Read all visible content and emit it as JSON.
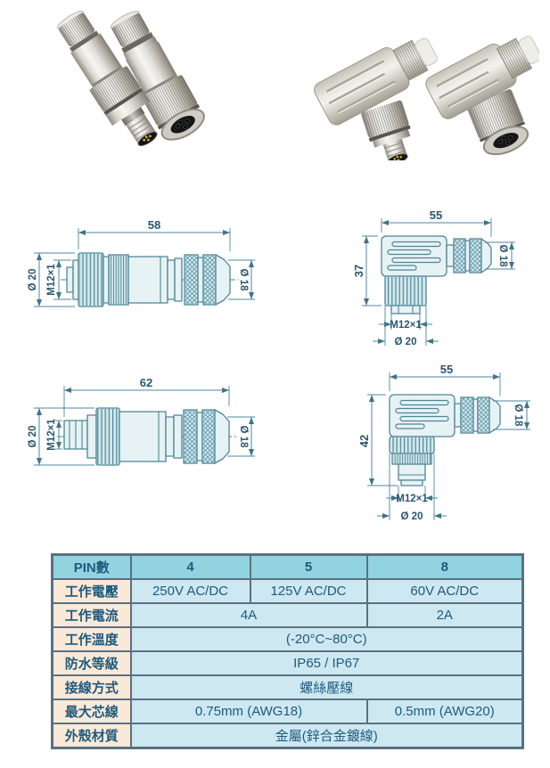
{
  "page": {
    "background": "#ffffff"
  },
  "colors": {
    "table_border": "#5b7082",
    "table_header_bg": "#92d3e0",
    "table_label_bg": "#fbe9d8",
    "table_cell_bg": "#cde8f1",
    "table_text": "#1e5a7d",
    "drawing_line": "#4e8596",
    "drawing_fill": "#e7f2f4",
    "dimension_text": "#2a5670"
  },
  "photos": [
    {
      "description": "Two straight M12 metal circular connectors, male and female"
    },
    {
      "description": "Two right-angle M12 metal circular connectors, male and female"
    }
  ],
  "drawings": [
    {
      "id": "straight-female",
      "length": "58",
      "outer_diameter": "Ø 20",
      "thread": "M12×1",
      "rear_diameter": "Ø 18"
    },
    {
      "id": "right-angle-female",
      "length": "55",
      "height": "37",
      "rear_diameter": "Ø 18",
      "thread": "M12×1",
      "outer_diameter": "Ø 20"
    },
    {
      "id": "straight-male",
      "length": "62",
      "outer_diameter": "Ø 20",
      "thread": "M12×1",
      "rear_diameter": "Ø 18"
    },
    {
      "id": "right-angle-male",
      "length": "55",
      "height": "42",
      "rear_diameter": "Ø 18",
      "thread": "M12×1",
      "outer_diameter": "Ø 20"
    }
  ],
  "table": {
    "header": {
      "label": "PIN數",
      "cols": [
        "4",
        "5",
        "8"
      ]
    },
    "rows": [
      {
        "label": "工作電壓",
        "cells": [
          {
            "text": "250V AC/DC"
          },
          {
            "text": "125V AC/DC"
          },
          {
            "text": "60V AC/DC"
          }
        ]
      },
      {
        "label": "工作電流",
        "cells": [
          {
            "text": "4A"
          },
          {
            "text": "2A"
          }
        ]
      },
      {
        "label": "工作溫度",
        "cells": [
          {
            "text": "(-20°C~80°C)"
          }
        ]
      },
      {
        "label": "防水等級",
        "cells": [
          {
            "text": "IP65 / IP67"
          }
        ]
      },
      {
        "label": "接線方式",
        "cells": [
          {
            "text": "螺絲壓線"
          }
        ]
      },
      {
        "label": "最大芯線",
        "cells": [
          {
            "text": "0.75mm (AWG18)"
          },
          {
            "text": "0.5mm (AWG20)"
          }
        ]
      },
      {
        "label": "外殼材質",
        "cells": [
          {
            "text": "金屬(鋅合金鍍線)"
          }
        ]
      }
    ]
  }
}
